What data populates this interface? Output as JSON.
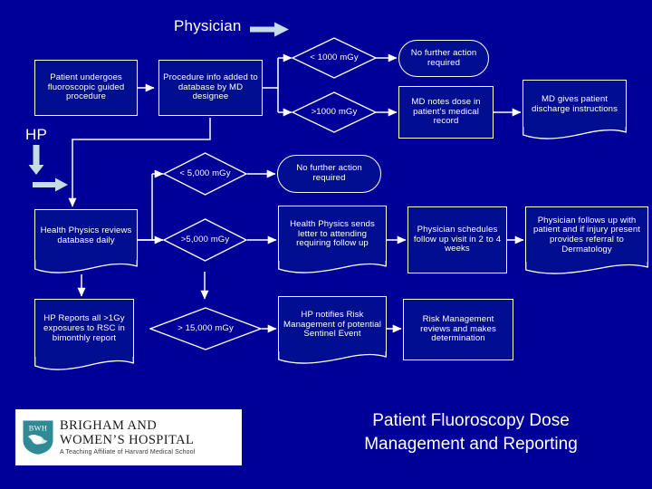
{
  "slide": {
    "background_color": "#000099",
    "line_color": "#ffffff",
    "text_color": "#ffffff",
    "accent_arrow_color": "#c5dde2",
    "title_line1": "Patient Fluoroscopy Dose",
    "title_line2": "Management and Reporting"
  },
  "swimlanes": [
    {
      "key": "physician",
      "label": "Physician",
      "arrow": "right-arrow-icon"
    },
    {
      "key": "hp",
      "label": "HP",
      "arrow_down": "down-arrow-icon",
      "arrow_right": "right-arrow-icon"
    }
  ],
  "nodes": {
    "patient_procedure": {
      "text": "Patient undergoes fluoroscopic guided procedure",
      "shape": "process"
    },
    "procedure_info": {
      "text": "Procedure info added to database by MD designee",
      "shape": "process"
    },
    "dose_lt_1000": {
      "text": "< 1000 mGy",
      "shape": "decision"
    },
    "dose_gt_1000": {
      "text": ">1000 mGy",
      "shape": "decision"
    },
    "no_action_1": {
      "text": "No further action required",
      "shape": "terminator"
    },
    "md_notes_dose": {
      "text": "MD notes dose in patient's medical record",
      "shape": "process"
    },
    "md_discharge": {
      "text": "MD gives patient discharge instructions",
      "shape": "document"
    },
    "hp_reviews": {
      "text": "Health Physics reviews database daily",
      "shape": "document"
    },
    "dose_lt_5000": {
      "text": "< 5,000 mGy",
      "shape": "decision"
    },
    "dose_gt_5000": {
      "text": ">5,000 mGy",
      "shape": "decision"
    },
    "no_action_2": {
      "text": "No further action required",
      "shape": "terminator"
    },
    "hp_sends_letter": {
      "text": "Health Physics sends letter to attending requiring follow up",
      "shape": "document"
    },
    "physician_schedules": {
      "text": "Physician schedules follow up visit in 2 to 4 weeks",
      "shape": "process"
    },
    "physician_follows_up": {
      "text": "Physician follows up with patient and if injury present provides referral to Dermatology",
      "shape": "document"
    },
    "hp_reports": {
      "text": "HP Reports all >1Gy exposures to RSC in bimonthly report",
      "shape": "document"
    },
    "dose_gt_15000": {
      "text": "> 15,000 mGy",
      "shape": "decision"
    },
    "hp_notifies_rm": {
      "text": "HP notifies Risk Management of potential Sentinel Event",
      "shape": "document"
    },
    "rm_reviews": {
      "text": "Risk Management reviews and makes determination",
      "shape": "process"
    }
  },
  "logo": {
    "badge": "BWH",
    "line1": "BRIGHAM AND",
    "line2": "WOMEN’S HOSPITAL",
    "line3": "A Teaching Affiliate of Harvard Medical School",
    "shield_color": "#2f8a96"
  }
}
